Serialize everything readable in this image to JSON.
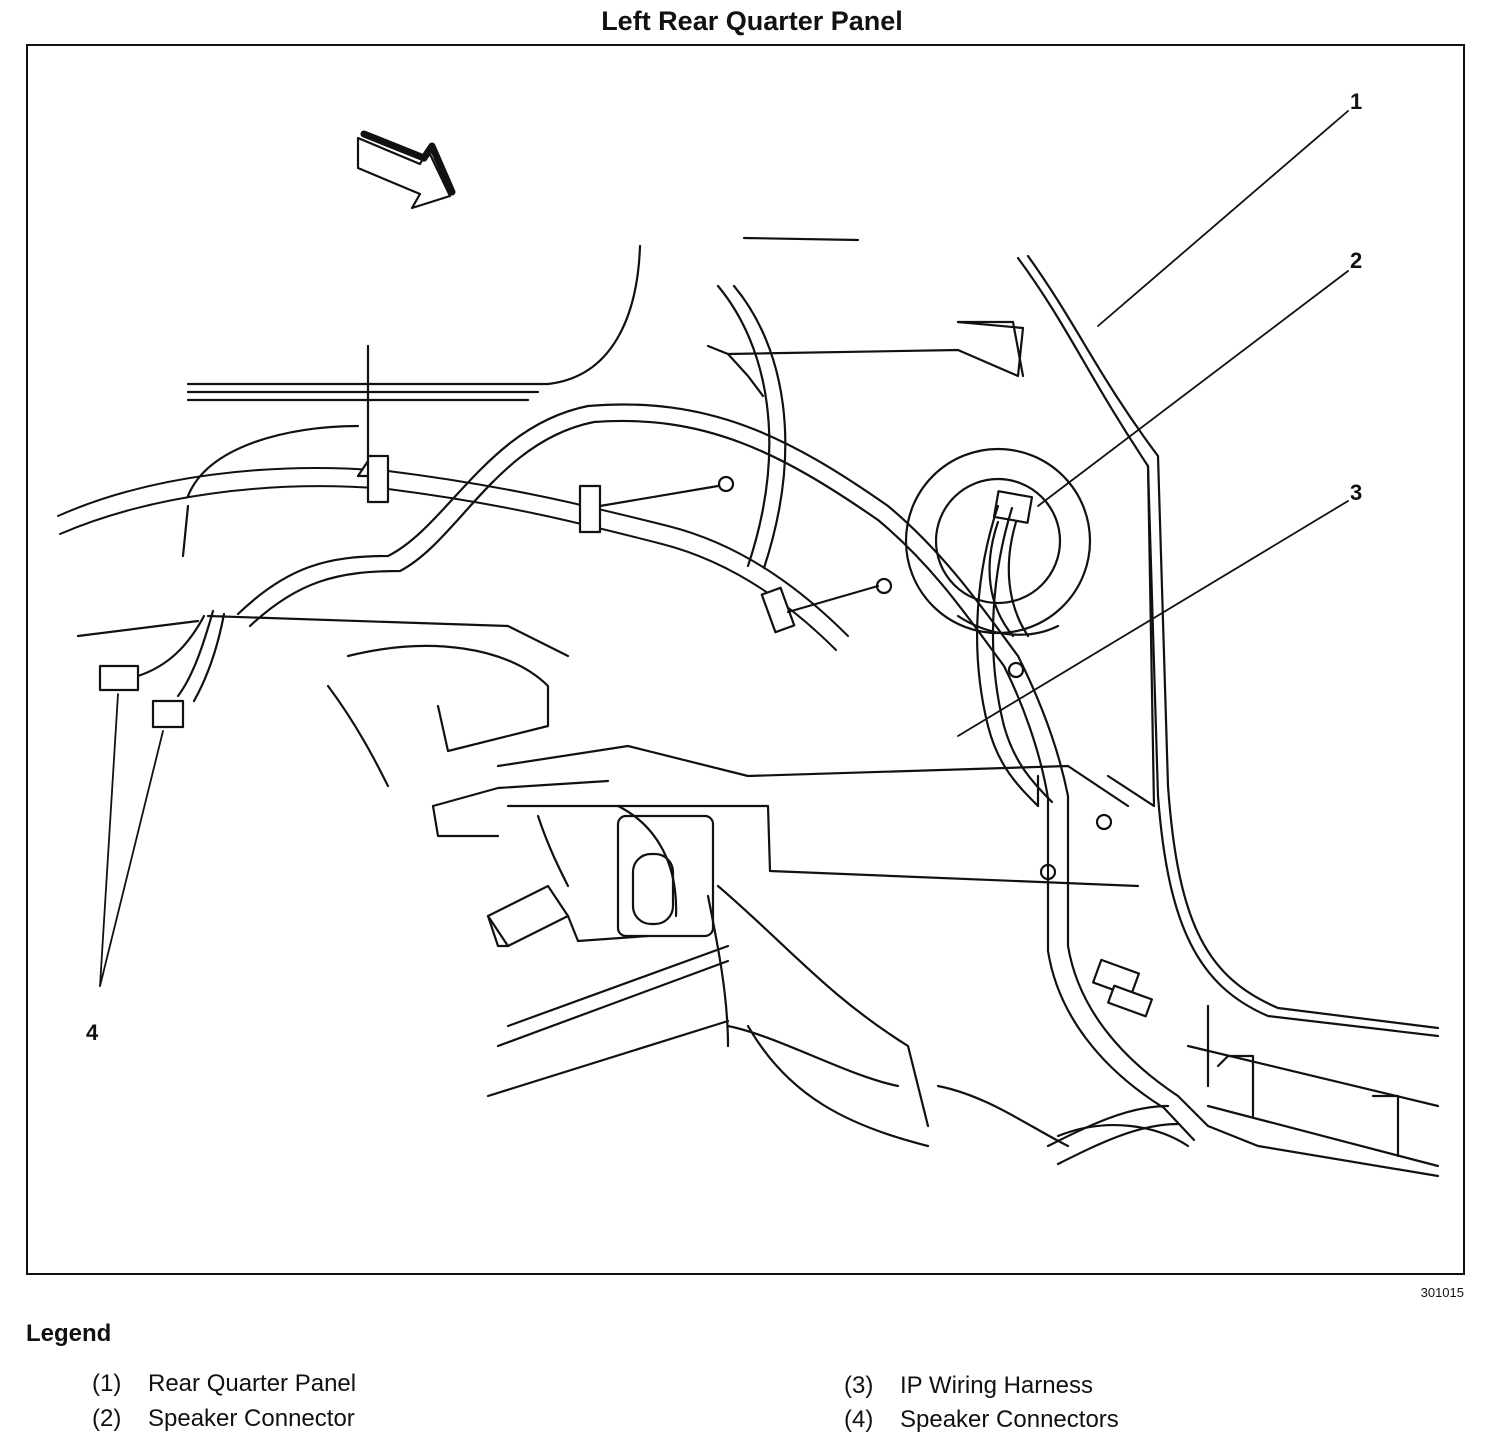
{
  "title": "Left Rear Quarter Panel",
  "figure_id": "301015",
  "callouts": [
    "1",
    "2",
    "3",
    "4"
  ],
  "legend": {
    "heading": "Legend",
    "items": [
      {
        "num": "(1)",
        "label": "Rear Quarter Panel"
      },
      {
        "num": "(2)",
        "label": "Speaker Connector"
      },
      {
        "num": "(3)",
        "label": "IP Wiring Harness"
      },
      {
        "num": "(4)",
        "label": "Speaker Connectors"
      }
    ]
  }
}
